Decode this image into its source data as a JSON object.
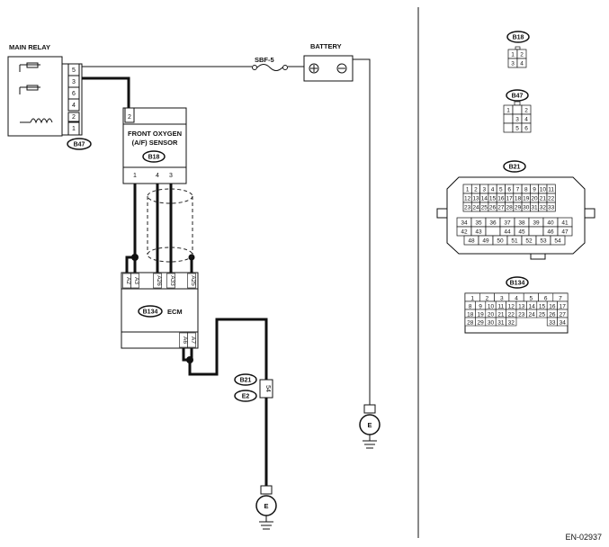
{
  "labels": {
    "main_relay": "MAIN RELAY",
    "battery": "BATTERY",
    "fuse": "SBF-5",
    "sensor_line1": "FRONT OXYGEN",
    "sensor_line2": "(A/F) SENSOR",
    "ecm": "ECM",
    "doc_code": "EN-02937"
  },
  "badges": {
    "b47": "B47",
    "b18": "B18",
    "b134": "B134",
    "b21": "B21",
    "e2": "E2",
    "ground": "E"
  },
  "relay_pins": [
    "5",
    "3",
    "6",
    "4",
    "2",
    "1"
  ],
  "sensor_top_pin": "2",
  "sensor_bottom_pins": [
    "1",
    "4",
    "3"
  ],
  "ecm_top_pins": [
    "A2",
    "A3",
    "A26",
    "A33",
    "A25"
  ],
  "ecm_bottom_pins": [
    "A6",
    "A7"
  ],
  "e2_pin": "54",
  "connectors": {
    "b18": {
      "title": "B18",
      "rows": [
        [
          "1",
          "2"
        ],
        [
          "3",
          "4"
        ]
      ]
    },
    "b47": {
      "title": "B47",
      "rows": [
        [
          "1",
          "",
          "2"
        ],
        [
          "",
          "3",
          "4"
        ],
        [
          "",
          "5",
          "6"
        ]
      ]
    },
    "b21": {
      "title": "B21",
      "upper_rows": [
        [
          "1",
          "2",
          "3",
          "4",
          "5",
          "6",
          "7",
          "8",
          "9",
          "10",
          "11"
        ],
        [
          "12",
          "13",
          "14",
          "15",
          "16",
          "17",
          "18",
          "19",
          "20",
          "21",
          "22"
        ],
        [
          "23",
          "24",
          "25",
          "26",
          "27",
          "28",
          "29",
          "30",
          "31",
          "32",
          "33"
        ]
      ],
      "lower_rows": [
        [
          "34",
          "35",
          "36",
          "37",
          "38",
          "39",
          "40",
          "41"
        ],
        [
          "42",
          "43",
          "",
          "44",
          "45",
          "",
          "46",
          "47"
        ],
        [
          "48",
          "49",
          "50",
          "51",
          "52",
          "53",
          "54"
        ]
      ]
    },
    "b134": {
      "title": "B134",
      "rows": [
        [
          "1",
          "2",
          "3",
          "4",
          "5",
          "6",
          "7"
        ],
        [
          "8",
          "9",
          "10",
          "11",
          "12",
          "13",
          "14",
          "15",
          "16",
          "17"
        ],
        [
          "18",
          "19",
          "20",
          "21",
          "22",
          "23",
          "24",
          "25",
          "26",
          "27"
        ],
        [
          "28",
          "29",
          "30",
          "31",
          "32",
          "",
          "",
          "",
          "33",
          "34"
        ]
      ]
    }
  }
}
